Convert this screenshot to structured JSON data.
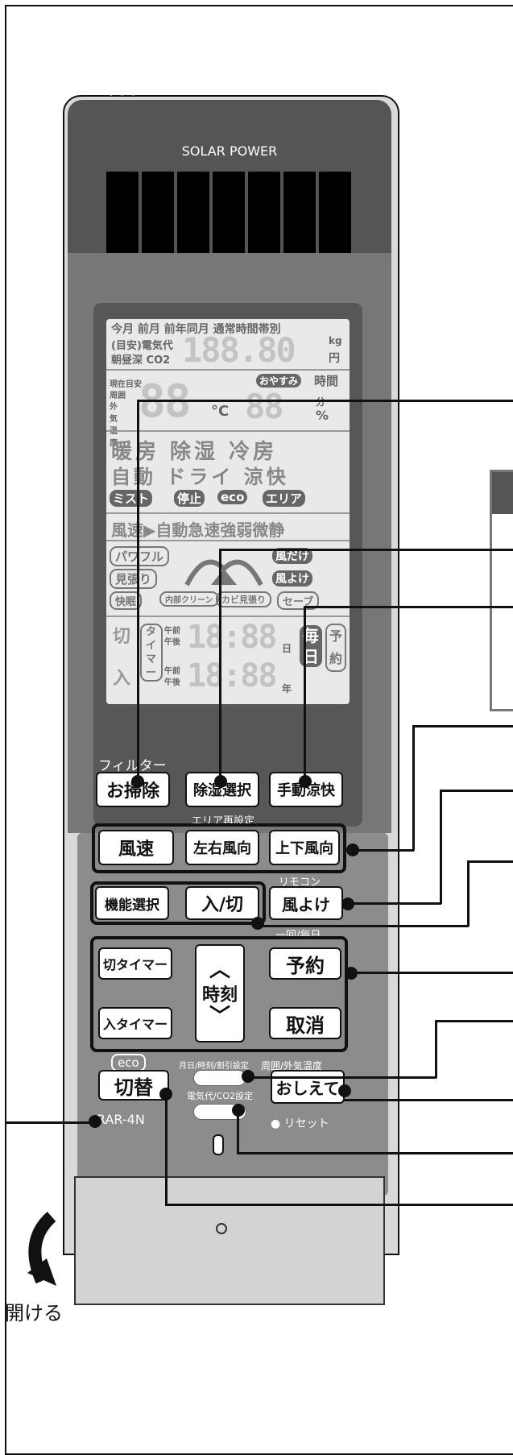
{
  "remote": {
    "solar_label": "SOLAR POWER",
    "model": "RAR-4N"
  },
  "lcd": {
    "row1": "今月 前月 前年同月 通常時間帯別",
    "row2a": "(目安)電気代",
    "row2b": "朝昼深 CO2",
    "big_number": "188.80",
    "unit_kg": "kg",
    "unit_yen": "円",
    "row3_left": "現在目安",
    "row3_sub1": "周囲",
    "row3_sub2": "外気温度",
    "segment_big": "88",
    "segment_mid": "88",
    "unit_c": "°C",
    "unit_pct": "%",
    "unit_min": "分",
    "oyasumi": "おやすみ",
    "time_label": "時間",
    "mode_row1": "暖房 除湿 冷房",
    "mode_row2": "自動 ドライ 涼快",
    "mist": "ミスト",
    "stop": "停止",
    "eco": "eco",
    "area": "エリア",
    "fan_row": "風速▶自動急速強弱微静",
    "power_full": "パワフル",
    "kaze_dake": "風だけ",
    "kaze_yoke": "風よけ",
    "miharu": "見張り",
    "kaimin": "快眠",
    "naibu_clean": "内部クリーン",
    "kabi_miharu": "カビ見張り",
    "save": "セーブ",
    "timer_kiri": "切",
    "timer_iri": "入",
    "timer_label": "タイマー",
    "am": "午前",
    "pm": "午後",
    "digits": "18:88",
    "day": "日",
    "year": "年",
    "every": "毎日",
    "yoyaku": "予約"
  },
  "buttons": {
    "filter_label": "フィルター",
    "osouji": "お掃除",
    "joshitsu": "除湿選択",
    "shudo_ryokai": "手動涼快",
    "area_label": "エリア再設定",
    "fusoku": "風速",
    "sayu_fukou": "左右風向",
    "joge_fukou": "上下風向",
    "remocon_label": "リモコン",
    "kinou_sentaku": "機能選択",
    "iri_kiri": "入/切",
    "kazeyoke": "風よけ",
    "ikkai_label": "一回/毎日",
    "kiri_timer": "切タイマー",
    "iri_timer": "入タイマー",
    "jikoku": "時刻",
    "yoyaku": "予約",
    "torikeshi": "取消",
    "eco_label": "eco",
    "kiri_kae": "切替",
    "tsukihi_label": "月日/時刻/割引設定",
    "denki_label": "電気代/CO2設定",
    "shuui_label": "周囲/外気温度",
    "oshiete": "おしえて",
    "reset": "● リセット"
  },
  "footer": {
    "open_label": "開ける"
  }
}
